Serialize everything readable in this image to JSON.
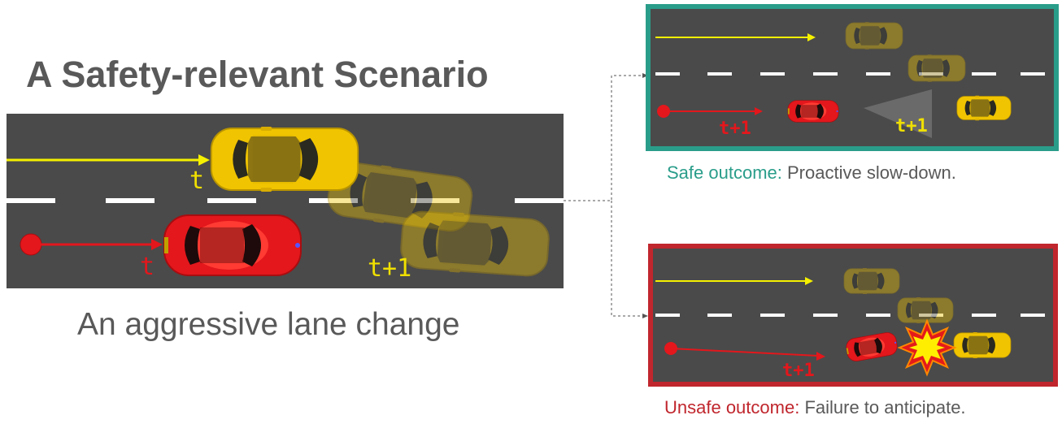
{
  "title": "A Safety-relevant Scenario",
  "main_caption": "An aggressive lane change",
  "main_scene": {
    "ego_label": "t",
    "other_label_t": "t",
    "other_label_t1": "t+1"
  },
  "safe_panel": {
    "border_color": "#2a9d8a",
    "ego_label": "t+1",
    "other_label": "t+1",
    "caption_lead": "Safe outcome:",
    "caption_text": "Proactive slow-down."
  },
  "unsafe_panel": {
    "border_color": "#c0262d",
    "ego_label": "t+1",
    "caption_lead": "Unsafe outcome:",
    "caption_text": "Failure to anticipate."
  },
  "colors": {
    "road": "#4a4a4a",
    "ego_car": "#e3171c",
    "other_car": "#f0c400",
    "trajectory_other": "#f5f000",
    "trajectory_ego": "#e3171c"
  }
}
